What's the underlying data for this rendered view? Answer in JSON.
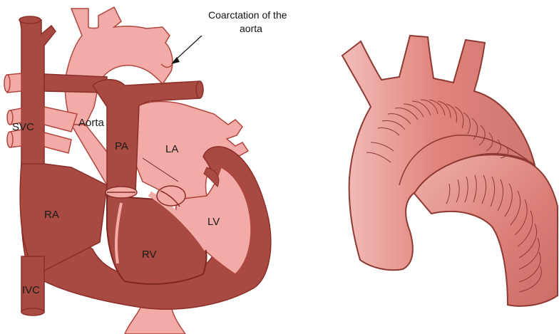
{
  "labels": {
    "svc": "SVC",
    "aorta": "Aorta",
    "pa": "PA",
    "la": "LA",
    "ra": "RA",
    "lv": "LV",
    "rv": "RV",
    "ivc": "IVC"
  },
  "callout": {
    "line1": "Coarctation of the",
    "line2": "aorta"
  },
  "colors": {
    "dark": "#a84a41",
    "dark_outline": "#8a2e29",
    "light": "#f2aba6",
    "light_outline": "#b0463e",
    "vessel": "#e49089",
    "vessel_shadow": "#c9706a"
  }
}
